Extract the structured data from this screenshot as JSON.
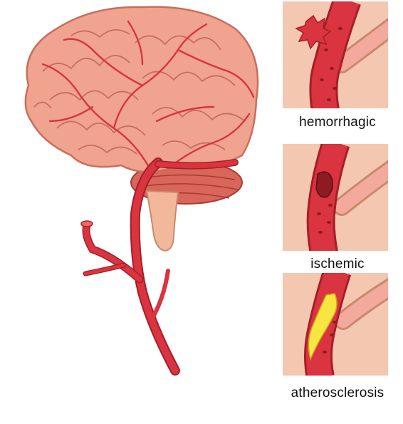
{
  "panels": [
    {
      "label": "hemorrhagic"
    },
    {
      "label": "ischemic"
    },
    {
      "label": "atherosclerosis"
    }
  ],
  "colors": {
    "panel_bg": "#f4c7b1",
    "artery": "#d9343f",
    "artery_dark": "#a51f28",
    "brain": "#f0a48f",
    "brain_dark": "#c96e5c",
    "clot": "#8e1b22",
    "plaque": "#f7e640"
  }
}
